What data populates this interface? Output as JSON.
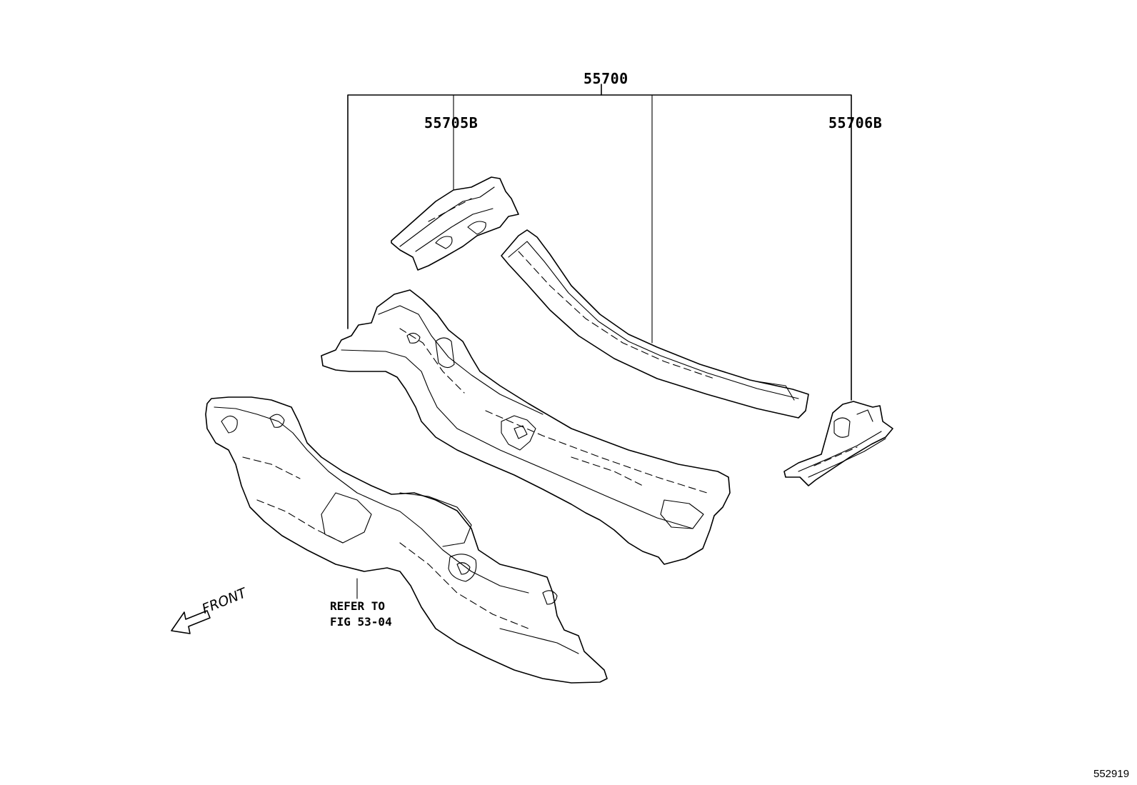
{
  "diagram": {
    "part_labels": {
      "assembly": "55700",
      "left_panel": "55705B",
      "right_panel": "55706B"
    },
    "reference_note": {
      "line1": "REFER TO",
      "line2": "FIG 53-04"
    },
    "direction_label": "FRONT",
    "figure_id": "552919"
  },
  "icons": [
    "front-arrow-icon"
  ]
}
